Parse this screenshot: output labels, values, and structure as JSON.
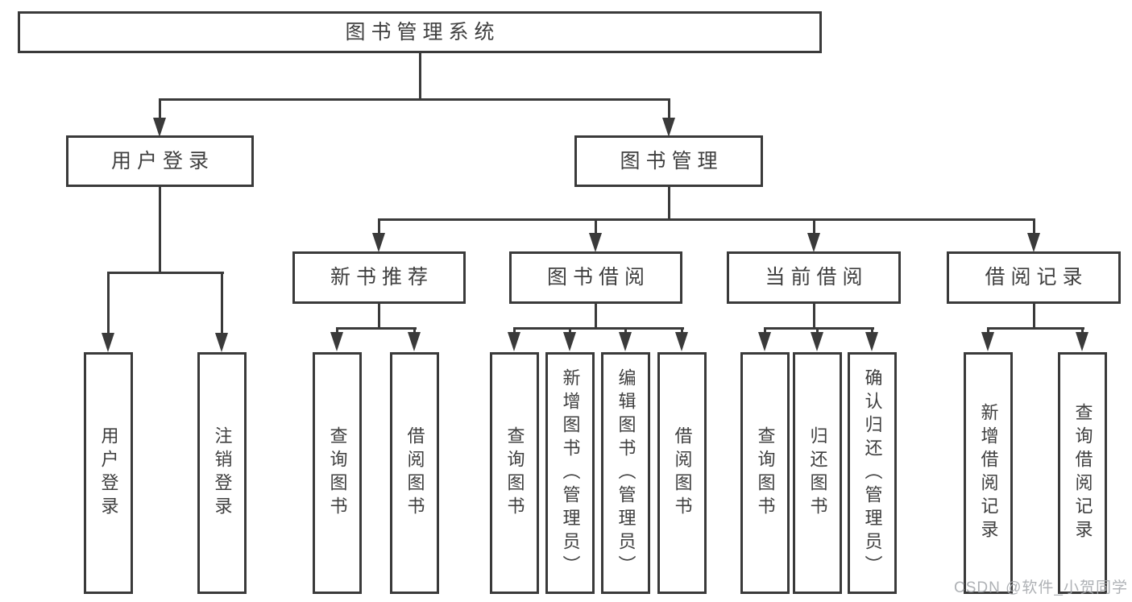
{
  "tree": {
    "root": {
      "label": "图书管理系统"
    },
    "level1": [
      {
        "label": "用户登录"
      },
      {
        "label": "图书管理"
      }
    ],
    "level2": [
      {
        "label": "新书推荐"
      },
      {
        "label": "图书借阅"
      },
      {
        "label": "当前借阅"
      },
      {
        "label": "借阅记录"
      }
    ],
    "leaves": [
      {
        "label": "用户登录"
      },
      {
        "label": "注销登录"
      },
      {
        "label": "查询图书"
      },
      {
        "label": "借阅图书"
      },
      {
        "label": "查询图书"
      },
      {
        "label": "新增图书（管理员）"
      },
      {
        "label": "编辑图书（管理员）"
      },
      {
        "label": "借阅图书"
      },
      {
        "label": "查询图书"
      },
      {
        "label": "归还图书"
      },
      {
        "label": "确认归还（管理员）"
      },
      {
        "label": "新增借阅记录"
      },
      {
        "label": "查询借阅记录"
      }
    ]
  },
  "watermark": {
    "text": "CSDN @软件_小贺同学"
  },
  "colors": {
    "line": "#3a3a3a",
    "text": "#3f3f3f",
    "box_background": "#ffffff",
    "watermark_text": "#a6a9ad"
  }
}
